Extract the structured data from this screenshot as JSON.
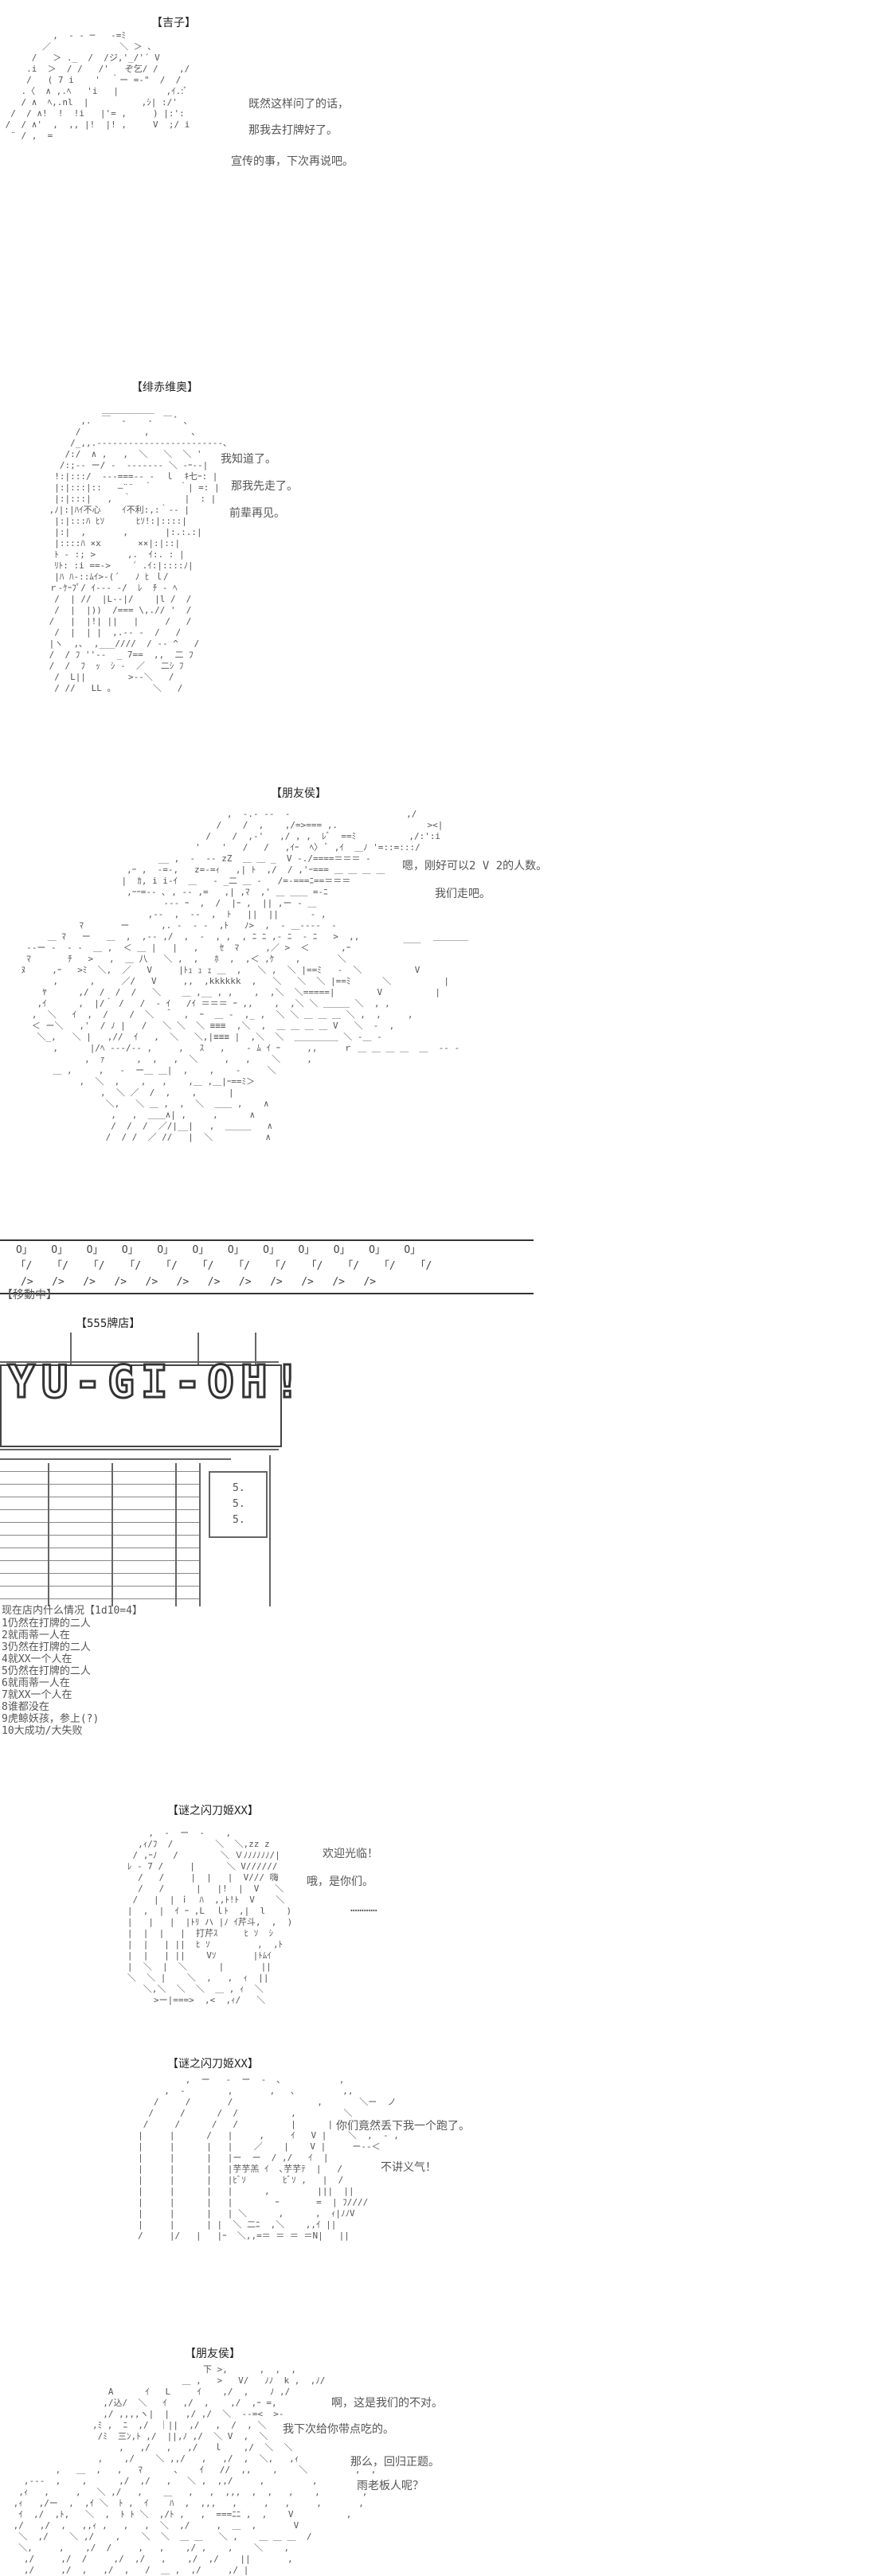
{
  "panels": [
    {
      "speaker": "【吉子】",
      "lines": [
        "既然这样问了的话，",
        "那我去打牌好了。",
        "宣传的事，下次再说吧。"
      ]
    },
    {
      "speaker": "【绯赤维奥】",
      "lines": [
        "我知道了。",
        "那我先走了。",
        "前辈再见。"
      ]
    },
    {
      "speaker": "【朋友侯】",
      "lines": [
        "嗯，刚好可以2 V 2的人数。",
        "我们走吧。"
      ]
    }
  ],
  "marquee": {
    "row1": "O」   O」   O」   O」   O」   O」   O」   O」   O」   O」   O」   O」",
    "row2": "｢/    ｢/    ｢/    ｢/    ｢/    ｢/    ｢/    ｢/    ｢/    ｢/    ｢/    ｢/",
    "row3": "/>   />   />   />   />   />   />   />   />   />   />   />"
  },
  "moving_label": "【移動中】",
  "shop": {
    "label": "【555牌店】",
    "sign": "YU-GI-OH!",
    "price_tags": [
      "5.",
      "5.",
      "5."
    ]
  },
  "dice": {
    "header": "现在店内什么情况【1d10=4】",
    "options": [
      "1仍然在打牌的二人",
      "2就雨蒂一人在",
      "3仍然在打牌的二人",
      "4就XX一个人在",
      "5仍然在打牌的二人",
      "6就雨蒂一人在",
      "7就XX一个人在",
      "8谁都没在",
      "9虎鲸妖孩，参上(?)",
      "10大成功/大失败"
    ]
  },
  "panels2": [
    {
      "speaker": "【谜之闪刀姬XX】",
      "lines": [
        "欢迎光临！",
        "哦，是你们。",
        "…………"
      ]
    },
    {
      "speaker": "【谜之闪刀姬XX】",
      "lines": [
        "你们竟然丢下我一个跑了。",
        "不讲义气！"
      ]
    },
    {
      "speaker": "【朋友侯】",
      "lines": [
        "啊，这是我们的不对。",
        "我下次给你带点吃的。",
        "那么，回归正题。",
        "雨老板人呢？"
      ]
    }
  ]
}
